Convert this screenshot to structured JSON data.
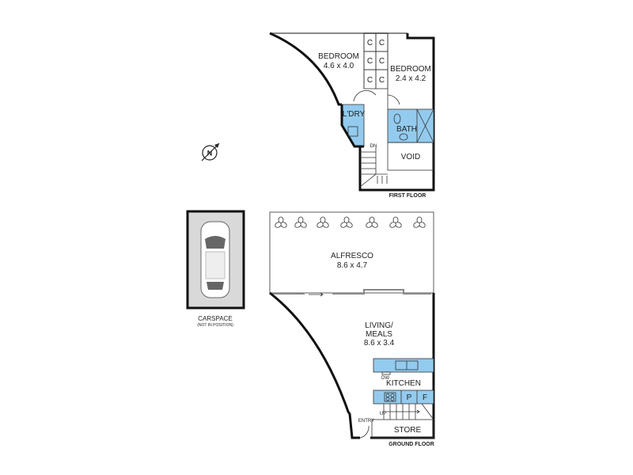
{
  "colors": {
    "wet_area": "#93cbee",
    "wall": "#111111",
    "carspace_bg": "#d9d9d9"
  },
  "first_floor": {
    "label": "FIRST FLOOR",
    "bedroom1": {
      "name": "BEDROOM",
      "size": "4.6 x 4.0"
    },
    "bedroom2": {
      "name": "BEDROOM",
      "size": "2.4 x 4.2"
    },
    "closet_label": "C",
    "laundry": "L'DRY",
    "bath": "BATH",
    "void": "VOID",
    "stairs_dn": "DN"
  },
  "compass": {
    "label": "N"
  },
  "alfresco": {
    "name": "ALFRESCO",
    "size": "8.6 x 4.7"
  },
  "ground_floor": {
    "label": "GROUND FLOOR",
    "living": {
      "name_line1": "LIVING/",
      "name_line2": "MEALS",
      "size": "8.6 x 3.4"
    },
    "kitchen": "KITCHEN",
    "dishwasher": "DW",
    "pantry": "P",
    "fridge": "F",
    "stairs_up": "UP",
    "entry": "ENTRY",
    "store": "STORE"
  },
  "carspace": {
    "name": "CARSPACE",
    "note": "(NOT IN POSITION)"
  }
}
